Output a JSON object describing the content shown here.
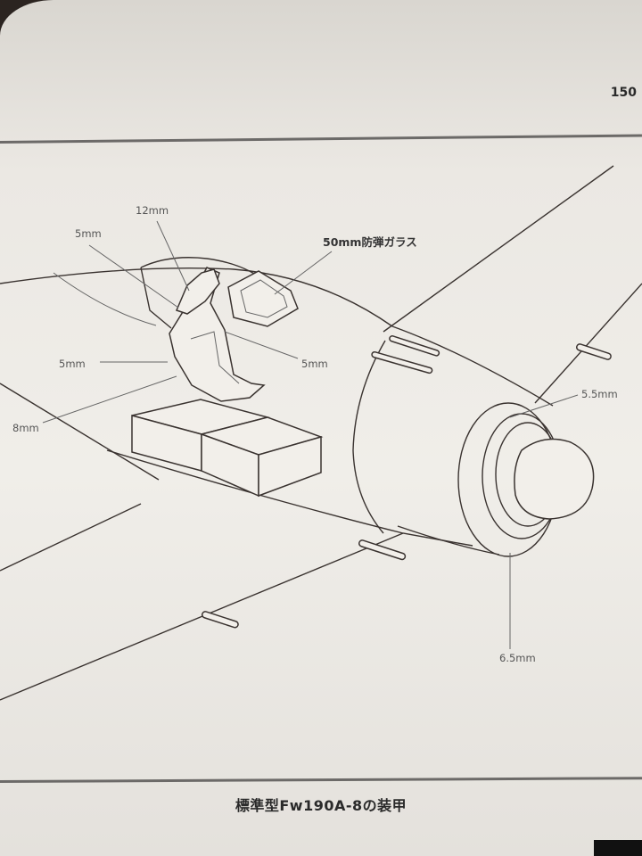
{
  "page_number": "150",
  "caption": "標準型Fw190A-8の装甲",
  "diagram": {
    "labels": {
      "seat_headrest": "12mm",
      "seat_upper": "5mm",
      "windshield": "50mm防弾ガラス",
      "canopy_side": "5mm",
      "seat_side": "5mm",
      "seat_bottom": "8mm",
      "cowl_ring": "5.5mm",
      "cowl_front": "6.5mm"
    }
  },
  "colors": {
    "paper": "#ecebe6",
    "ink": "#3a3330"
  }
}
